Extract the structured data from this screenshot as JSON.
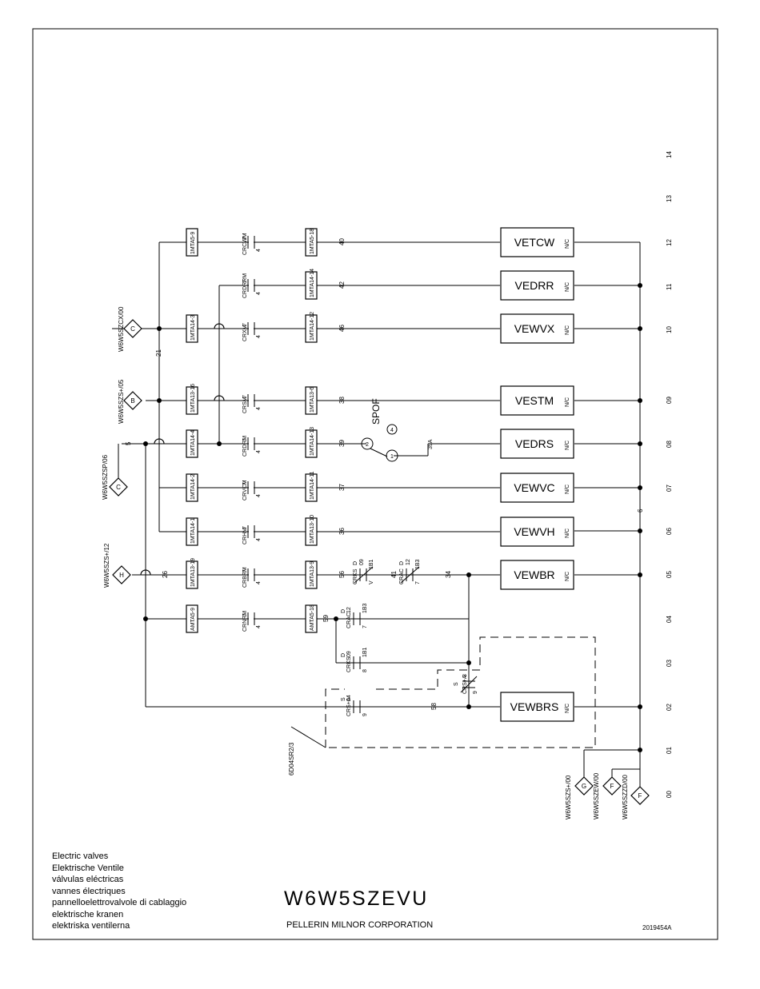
{
  "valves": [
    {
      "label": "VETCW",
      "type": "N/C",
      "row": "12",
      "wire": "40",
      "contact": "CRCWM",
      "term_in": "1MTA5-9",
      "term_out": "1MTA5-18"
    },
    {
      "label": "VEDRR",
      "type": "N/C",
      "row": "11",
      "wire": "42",
      "contact": "CRDRRM",
      "term_in": "",
      "term_out": "1MTA14-14"
    },
    {
      "label": "VEWVX",
      "type": "N/C",
      "row": "10",
      "wire": "46",
      "contact": "CRXM",
      "term_in": "1MTA14-3",
      "term_out": "1MTA14-12"
    },
    {
      "label": "VESTM",
      "type": "N/C",
      "row": "09",
      "wire": "38",
      "contact": "CRSM",
      "term_in": "1MTA13-16",
      "term_out": "1MTA13-6"
    },
    {
      "label": "VEDRS",
      "type": "N/C",
      "row": "08",
      "wire": "39",
      "contact": "CRDRM",
      "term_in": "1MTA14-4",
      "term_out": "1MTA14-13"
    },
    {
      "label": "VEWVC",
      "type": "N/C",
      "row": "07",
      "wire": "37",
      "contact": "CRVCM",
      "term_in": "1MTA14-2",
      "term_out": "1MTA14-11"
    },
    {
      "label": "VEWVH",
      "type": "N/C",
      "row": "06",
      "wire": "36",
      "contact": "CRHM",
      "term_in": "1MTA14-1",
      "term_out": "1MTA13-10"
    },
    {
      "label": "VEWBR",
      "type": "N/C",
      "row": "05",
      "wire": "56",
      "contact": "CRBRM",
      "term_in": "1MTA13-19",
      "term_out": "1MTA13-9"
    },
    {
      "label": "VEWBRS",
      "type": "N/C",
      "row": "02",
      "wire": "58",
      "contact": "",
      "term_in": "",
      "term_out": ""
    }
  ],
  "row4": {
    "contact": "CRNRM",
    "term_in": "AMTA5-9",
    "term_out": "AMTA5-18",
    "wire": "59"
  },
  "row_numbers": [
    "14",
    "13",
    "12",
    "11",
    "10",
    "09",
    "08",
    "07",
    "06",
    "05",
    "04",
    "03",
    "02",
    "01",
    "00"
  ],
  "contact_pins": {
    "top": "7",
    "bottom": "4"
  },
  "refs": {
    "cz": "W6W5SZCX/00",
    "c_letter": "C",
    "b": "W6W5SZS+/05",
    "b_letter": "B",
    "sp": "W6W5SZSP/06",
    "sp_letter": "C",
    "h": "W6W5SZS+/12",
    "h_letter": "H",
    "g": "W6W5SZS+/00",
    "g_letter": "G",
    "ew": "W6W5SZEW/00",
    "ew_letter": "F",
    "zd": "W6W5SZZD/00",
    "zd_letter": "F",
    "module": "6D04SR2/3"
  },
  "wire_labels": {
    "w21": "21",
    "w5": "5",
    "w26": "26",
    "w39a": "39A",
    "w34": "34",
    "w41": "41",
    "w6": "6",
    "w59": "59",
    "w58": "58"
  },
  "switch": {
    "name": "SPOF",
    "code": "4",
    "pin1": "2",
    "pin2": "1"
  },
  "contacts": {
    "crks": {
      "label": "CRKS",
      "top": "D",
      "top2": "K",
      "top3": "09",
      "bottom": "V",
      "ref": "1B1"
    },
    "crac1": {
      "label": "CRAC",
      "top": "D",
      "top2": "L",
      "top3": "12",
      "bottom": "7",
      "ref": "1B3"
    },
    "crac2": {
      "label": "CRAC",
      "top": "D",
      "top2": "4",
      "top3": "12",
      "bottom": "7",
      "ref": "1B3"
    },
    "crks2": {
      "label": "CRKS",
      "top": "D",
      "top2": "5",
      "top3": "09",
      "bottom": "8",
      "ref": "1B1"
    },
    "crs1": {
      "label": "CRS+A",
      "top": "S",
      "top2": "6",
      "top3": "04",
      "bottom": "9"
    },
    "crs2": {
      "label": "CRS+A",
      "top": "S",
      "top2": "3",
      "top3": "04",
      "bottom": "9"
    }
  },
  "legend": [
    "Electric valves",
    "Elektrische Ventile",
    "válvulas eléctricas",
    "vannes électriques",
    "pannelloelettrovalvole di cablaggio",
    "elektrische kranen",
    "elektriska ventilerna"
  ],
  "title": "W6W5SZEVU",
  "company": "PELLERIN MILNOR CORPORATION",
  "doc_number": "2019454A"
}
